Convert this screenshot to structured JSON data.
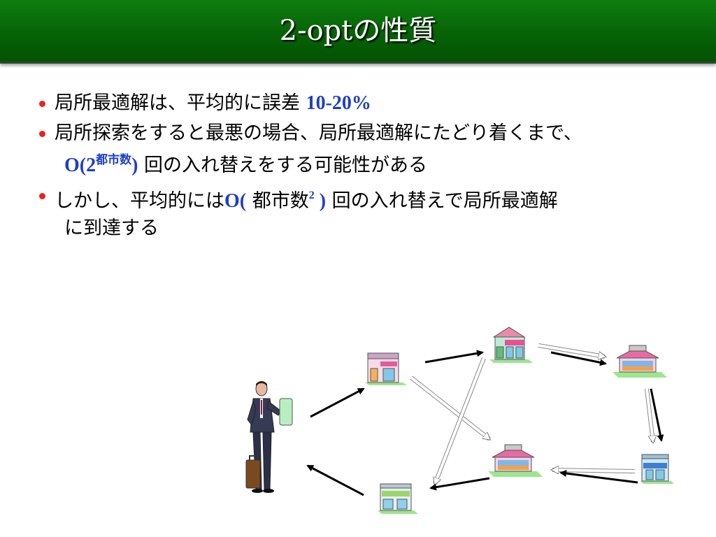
{
  "slide": {
    "title": "2-optの性質"
  },
  "bullets": [
    {
      "text": "局所最適解は、平均的に誤差 ",
      "highlight": "10-20%"
    },
    {
      "line1": "局所探索をすると最悪の場合、局所最適解にたどり着くまで、",
      "big_o_open": "O(2",
      "exponent": "都市数",
      "big_o_close": ")",
      "line2_rest": " 回の入れ替えをする可能性がある"
    },
    {
      "prefix": "しかし、平均的には",
      "big_o_open": "O(",
      "inner": " 都市数",
      "exponent": "2",
      "big_o_close": " )",
      "suffix": " 回の入れ替えで局所最適解",
      "line2": "に到達する"
    }
  ],
  "colors": {
    "title_bar": "#066306",
    "bullet": "#ef2020",
    "highlight_blue": "#1f3fc8"
  },
  "illustration": {
    "figure": "salesperson-with-suitcase",
    "buildings": [
      "shop-pink-awning",
      "shop-green-awning",
      "house-pink-roof",
      "house-pink-roof-lower",
      "shop-blue-awning",
      "building-green-sign"
    ]
  }
}
